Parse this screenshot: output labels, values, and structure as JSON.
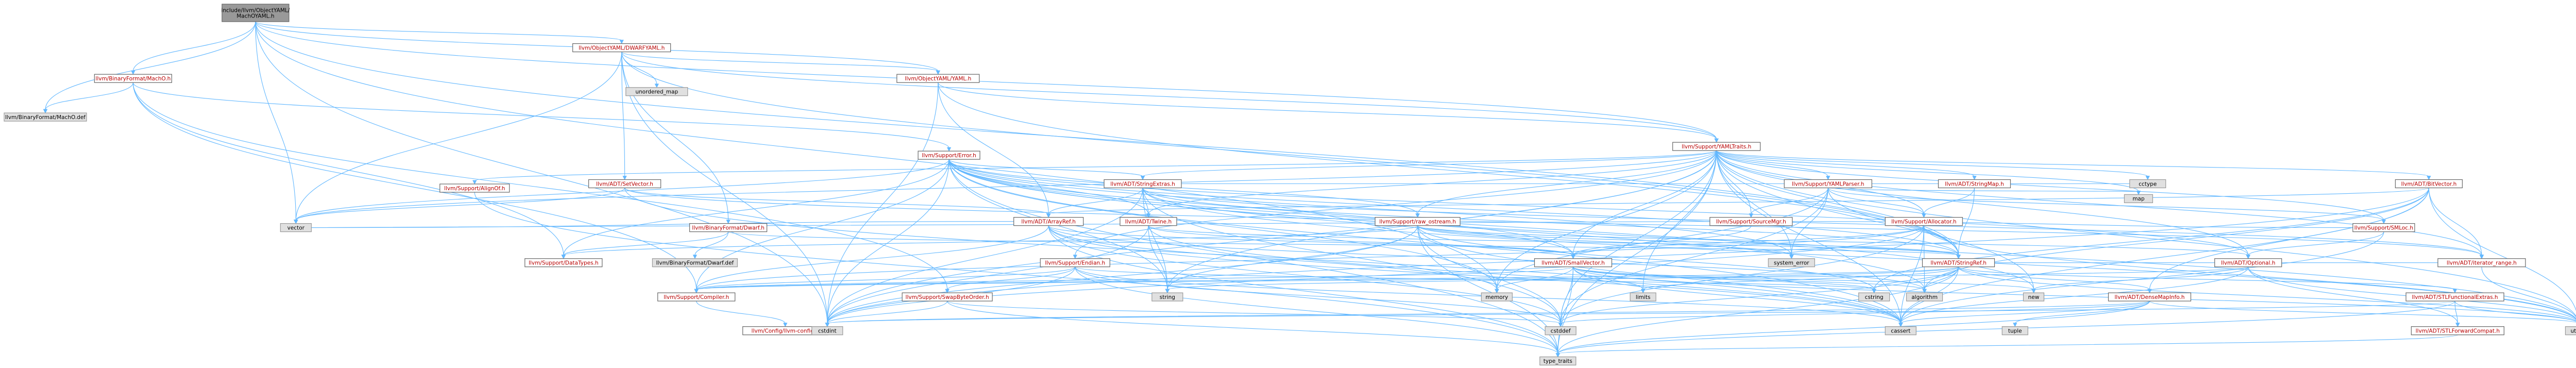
{
  "graph": {
    "root": [
      "include/llvm/ObjectYAML/",
      "MachOYAML.h"
    ],
    "nodes": [
      {
        "id": "root",
        "label": [
          "include/llvm/ObjectYAML/",
          "MachOYAML.h"
        ],
        "kind": "root"
      },
      {
        "id": "minidump",
        "label": [
          "llvm/ObjectYAML/DWARFYAML.h"
        ],
        "kind": "red"
      },
      {
        "id": "macho",
        "label": [
          "llvm/BinaryFormat/MachO.h"
        ],
        "kind": "red"
      },
      {
        "id": "objyaml",
        "label": [
          "llvm/ObjectYAML/YAML.h"
        ],
        "kind": "red"
      },
      {
        "id": "machodef",
        "label": [
          "llvm/BinaryFormat/MachO.def"
        ],
        "kind": "gray"
      },
      {
        "id": "unordmap",
        "label": [
          "unordered_map"
        ],
        "kind": "gray"
      },
      {
        "id": "yamltraits",
        "label": [
          "llvm/Support/YAMLTraits.h"
        ],
        "kind": "red"
      },
      {
        "id": "error",
        "label": [
          "llvm/Support/Error.h"
        ],
        "kind": "red"
      },
      {
        "id": "alignof",
        "label": [
          "llvm/Support/AlignOf.h"
        ],
        "kind": "red"
      },
      {
        "id": "setvector",
        "label": [
          "llvm/ADT/SetVector.h"
        ],
        "kind": "red"
      },
      {
        "id": "dwarf",
        "label": [
          "llvm/BinaryFormat/Dwarf.h"
        ],
        "kind": "red"
      },
      {
        "id": "stringextras",
        "label": [
          "llvm/ADT/StringExtras.h"
        ],
        "kind": "red"
      },
      {
        "id": "arrayref",
        "label": [
          "llvm/ADT/ArrayRef.h"
        ],
        "kind": "red"
      },
      {
        "id": "twine",
        "label": [
          "llvm/ADT/Twine.h"
        ],
        "kind": "red"
      },
      {
        "id": "rawostream",
        "label": [
          "llvm/Support/raw_ostream.h"
        ],
        "kind": "red"
      },
      {
        "id": "yamlparser",
        "label": [
          "llvm/Support/YAMLParser.h"
        ],
        "kind": "red"
      },
      {
        "id": "stringmap",
        "label": [
          "llvm/ADT/StringMap.h"
        ],
        "kind": "red"
      },
      {
        "id": "bitvector",
        "label": [
          "llvm/ADT/BitVector.h"
        ],
        "kind": "red"
      },
      {
        "id": "cctype",
        "label": [
          "cctype"
        ],
        "kind": "gray"
      },
      {
        "id": "map",
        "label": [
          "map"
        ],
        "kind": "gray"
      },
      {
        "id": "sourcemgr",
        "label": [
          "llvm/Support/SourceMgr.h"
        ],
        "kind": "red"
      },
      {
        "id": "allocator",
        "label": [
          "llvm/Support/Allocator.h"
        ],
        "kind": "red"
      },
      {
        "id": "vector",
        "label": [
          "vector"
        ],
        "kind": "gray"
      },
      {
        "id": "datatypes",
        "label": [
          "llvm/Support/DataTypes.h"
        ],
        "kind": "red"
      },
      {
        "id": "dwarfdef",
        "label": [
          "llvm/BinaryFormat/Dwarf.def"
        ],
        "kind": "gray"
      },
      {
        "id": "endian",
        "label": [
          "llvm/Support/Endian.h"
        ],
        "kind": "red"
      },
      {
        "id": "smallvector",
        "label": [
          "llvm/ADT/SmallVector.h"
        ],
        "kind": "red"
      },
      {
        "id": "systemerror",
        "label": [
          "system_error"
        ],
        "kind": "gray"
      },
      {
        "id": "stringref",
        "label": [
          "llvm/ADT/StringRef.h"
        ],
        "kind": "red"
      },
      {
        "id": "optional",
        "label": [
          "llvm/ADT/Optional.h"
        ],
        "kind": "red"
      },
      {
        "id": "smloc",
        "label": [
          "llvm/Support/SMLoc.h"
        ],
        "kind": "red"
      },
      {
        "id": "compiler",
        "label": [
          "llvm/Support/Compiler.h"
        ],
        "kind": "red"
      },
      {
        "id": "swapbyteorder",
        "label": [
          "llvm/Support/SwapByteOrder.h"
        ],
        "kind": "red"
      },
      {
        "id": "string",
        "label": [
          "string"
        ],
        "kind": "gray"
      },
      {
        "id": "memory",
        "label": [
          "memory"
        ],
        "kind": "gray"
      },
      {
        "id": "limits",
        "label": [
          "limits"
        ],
        "kind": "gray"
      },
      {
        "id": "cstring",
        "label": [
          "cstring"
        ],
        "kind": "gray"
      },
      {
        "id": "algorithm",
        "label": [
          "algorithm"
        ],
        "kind": "gray"
      },
      {
        "id": "new",
        "label": [
          "new"
        ],
        "kind": "gray"
      },
      {
        "id": "densemapinfo",
        "label": [
          "llvm/ADT/DenseMapInfo.h"
        ],
        "kind": "red"
      },
      {
        "id": "stlfunctional",
        "label": [
          "llvm/ADT/STLFunctionalExtras.h"
        ],
        "kind": "red"
      },
      {
        "id": "iteratorrange",
        "label": [
          "llvm/ADT/iterator_range.h"
        ],
        "kind": "red"
      },
      {
        "id": "stlforward",
        "label": [
          "llvm/ADT/STLForwardCompat.h"
        ],
        "kind": "red"
      },
      {
        "id": "configconfig",
        "label": [
          "llvm/Config/llvm-config.h"
        ],
        "kind": "red"
      },
      {
        "id": "cstdint",
        "label": [
          "cstdint"
        ],
        "kind": "gray"
      },
      {
        "id": "cstddef",
        "label": [
          "cstddef"
        ],
        "kind": "gray"
      },
      {
        "id": "cassert",
        "label": [
          "cassert"
        ],
        "kind": "gray"
      },
      {
        "id": "tuple",
        "label": [
          "tuple"
        ],
        "kind": "gray"
      },
      {
        "id": "utility",
        "label": [
          "utility"
        ],
        "kind": "gray"
      },
      {
        "id": "typetraits",
        "label": [
          "type_traits"
        ],
        "kind": "gray"
      }
    ],
    "edges": [
      [
        "root",
        "minidump"
      ],
      [
        "root",
        "macho"
      ],
      [
        "root",
        "objyaml"
      ],
      [
        "root",
        "machodef"
      ],
      [
        "root",
        "yamltraits"
      ],
      [
        "root",
        "vector"
      ],
      [
        "root",
        "cstdint"
      ],
      [
        "root",
        "memory"
      ],
      [
        "root",
        "stringref"
      ],
      [
        "minidump",
        "unordmap"
      ],
      [
        "minidump",
        "objyaml"
      ],
      [
        "minidump",
        "yamltraits"
      ],
      [
        "minidump",
        "setvector"
      ],
      [
        "minidump",
        "dwarf"
      ],
      [
        "minidump",
        "vector"
      ],
      [
        "minidump",
        "cstdint"
      ],
      [
        "minidump",
        "stringref"
      ],
      [
        "macho",
        "machodef"
      ],
      [
        "macho",
        "error"
      ],
      [
        "macho",
        "compiler"
      ],
      [
        "macho",
        "datatypes"
      ],
      [
        "macho",
        "swapbyteorder"
      ],
      [
        "objyaml",
        "yamltraits"
      ],
      [
        "objyaml",
        "arrayref"
      ],
      [
        "objyaml",
        "stringref"
      ],
      [
        "objyaml",
        "cstdint"
      ],
      [
        "yamltraits",
        "alignof"
      ],
      [
        "yamltraits",
        "stringextras"
      ],
      [
        "yamltraits",
        "twine"
      ],
      [
        "yamltraits",
        "rawostream"
      ],
      [
        "yamltraits",
        "yamlparser"
      ],
      [
        "yamltraits",
        "stringmap"
      ],
      [
        "yamltraits",
        "bitvector"
      ],
      [
        "yamltraits",
        "cctype"
      ],
      [
        "yamltraits",
        "map"
      ],
      [
        "yamltraits",
        "sourcemgr"
      ],
      [
        "yamltraits",
        "allocator"
      ],
      [
        "yamltraits",
        "smallvector"
      ],
      [
        "yamltraits",
        "stringref"
      ],
      [
        "yamltraits",
        "optional"
      ],
      [
        "yamltraits",
        "endian"
      ],
      [
        "yamltraits",
        "smloc"
      ],
      [
        "yamltraits",
        "systemerror"
      ],
      [
        "yamltraits",
        "vector"
      ],
      [
        "yamltraits",
        "memory"
      ],
      [
        "yamltraits",
        "string"
      ],
      [
        "yamltraits",
        "new"
      ],
      [
        "yamltraits",
        "cassert"
      ],
      [
        "yamltraits",
        "utility"
      ],
      [
        "yamltraits",
        "typetraits"
      ],
      [
        "yamltraits",
        "cstddef"
      ],
      [
        "yamltraits",
        "cstdint"
      ],
      [
        "yamltraits",
        "limits"
      ],
      [
        "yamltraits",
        "iteratorrange"
      ],
      [
        "error",
        "datatypes"
      ],
      [
        "error",
        "compiler"
      ],
      [
        "error",
        "stringextras"
      ],
      [
        "error",
        "twine"
      ],
      [
        "error",
        "rawostream"
      ],
      [
        "error",
        "smallvector"
      ],
      [
        "error",
        "algorithm"
      ],
      [
        "error",
        "cassert"
      ],
      [
        "error",
        "cstdint"
      ],
      [
        "error",
        "memory"
      ],
      [
        "error",
        "new"
      ],
      [
        "error",
        "string"
      ],
      [
        "error",
        "systemerror"
      ],
      [
        "error",
        "typetraits"
      ],
      [
        "error",
        "utility"
      ],
      [
        "error",
        "vector"
      ],
      [
        "error",
        "optional"
      ],
      [
        "error",
        "stringref"
      ],
      [
        "alignof",
        "typetraits"
      ],
      [
        "setvector",
        "arrayref"
      ],
      [
        "setvector",
        "vector"
      ],
      [
        "setvector",
        "cassert"
      ],
      [
        "setvector",
        "iteratorrange"
      ],
      [
        "dwarf",
        "datatypes"
      ],
      [
        "dwarf",
        "dwarfdef"
      ],
      [
        "dwarf",
        "stringref"
      ],
      [
        "stringextras",
        "arrayref"
      ],
      [
        "stringextras",
        "smallvector"
      ],
      [
        "stringextras",
        "stringref"
      ],
      [
        "stringextras",
        "twine"
      ],
      [
        "stringextras",
        "cctype"
      ],
      [
        "stringextras",
        "cstddef"
      ],
      [
        "stringextras",
        "cstdint"
      ],
      [
        "stringextras",
        "string"
      ],
      [
        "stringextras",
        "utility"
      ],
      [
        "stringextras",
        "iteratorrange"
      ],
      [
        "arrayref",
        "compiler"
      ],
      [
        "arrayref",
        "smallvector"
      ],
      [
        "arrayref",
        "algorithm"
      ],
      [
        "arrayref",
        "cassert"
      ],
      [
        "arrayref",
        "cstddef"
      ],
      [
        "arrayref",
        "memory"
      ],
      [
        "arrayref",
        "vector"
      ],
      [
        "arrayref",
        "typetraits"
      ],
      [
        "twine",
        "smallvector"
      ],
      [
        "twine",
        "stringref"
      ],
      [
        "twine",
        "string"
      ],
      [
        "twine",
        "cassert"
      ],
      [
        "twine",
        "cstdint"
      ],
      [
        "rawostream",
        "stringref"
      ],
      [
        "rawostream",
        "datatypes"
      ],
      [
        "rawostream",
        "cassert"
      ],
      [
        "rawostream",
        "cstddef"
      ],
      [
        "rawostream",
        "cstdint"
      ],
      [
        "rawostream",
        "cstring"
      ],
      [
        "rawostream",
        "string"
      ],
      [
        "rawostream",
        "typetraits"
      ],
      [
        "rawostream",
        "systemerror"
      ],
      [
        "rawostream",
        "optional"
      ],
      [
        "yamlparser",
        "smloc"
      ],
      [
        "yamlparser",
        "stringref"
      ],
      [
        "yamlparser",
        "allocator"
      ],
      [
        "yamlparser",
        "sourcemgr"
      ],
      [
        "yamlparser",
        "systemerror"
      ],
      [
        "yamlparser",
        "map"
      ],
      [
        "yamlparser",
        "cstddef"
      ],
      [
        "yamlparser",
        "iterator"
      ],
      [
        "yamlparser",
        "memory"
      ],
      [
        "stringmap",
        "stringref"
      ],
      [
        "stringmap",
        "allocator"
      ],
      [
        "bitvector",
        "iteratorrange"
      ],
      [
        "bitvector",
        "arrayref"
      ],
      [
        "bitvector",
        "densemapinfo"
      ],
      [
        "bitvector",
        "algorithm"
      ],
      [
        "bitvector",
        "cassert"
      ],
      [
        "bitvector",
        "climits"
      ],
      [
        "bitvector",
        "cstdint"
      ],
      [
        "bitvector",
        "cstdlib"
      ],
      [
        "bitvector",
        "cstring"
      ],
      [
        "bitvector",
        "utility"
      ],
      [
        "sourcemgr",
        "smallvector"
      ],
      [
        "sourcemgr",
        "smloc"
      ],
      [
        "sourcemgr",
        "vector"
      ],
      [
        "allocator",
        "compiler"
      ],
      [
        "allocator",
        "smallvector"
      ],
      [
        "allocator",
        "algorithm"
      ],
      [
        "allocator",
        "cassert"
      ],
      [
        "allocator",
        "cstddef"
      ],
      [
        "allocator",
        "cstdint"
      ],
      [
        "allocator",
        "iterator"
      ],
      [
        "allocator",
        "utility"
      ],
      [
        "endian",
        "compiler"
      ],
      [
        "endian",
        "swapbyteorder"
      ],
      [
        "endian",
        "cassert"
      ],
      [
        "endian",
        "cstddef"
      ],
      [
        "endian",
        "cstdint"
      ],
      [
        "endian",
        "cstring"
      ],
      [
        "endian",
        "typetraits"
      ],
      [
        "smallvector",
        "compiler"
      ],
      [
        "smallvector",
        "algorithm"
      ],
      [
        "smallvector",
        "cassert"
      ],
      [
        "smallvector",
        "cstddef"
      ],
      [
        "smallvector",
        "cstdlib"
      ],
      [
        "smallvector",
        "cstring"
      ],
      [
        "smallvector",
        "new"
      ],
      [
        "smallvector",
        "typetraits"
      ],
      [
        "smallvector",
        "utility"
      ],
      [
        "smallvector",
        "limits"
      ],
      [
        "smallvector",
        "memory"
      ],
      [
        "smallvector",
        "iterator"
      ],
      [
        "stringref",
        "densemapinfo"
      ],
      [
        "stringref",
        "stlfunctional"
      ],
      [
        "stringref",
        "iteratorrange"
      ],
      [
        "stringref",
        "compiler"
      ],
      [
        "stringref",
        "algorithm"
      ],
      [
        "stringref",
        "cassert"
      ],
      [
        "stringref",
        "cstddef"
      ],
      [
        "stringref",
        "cstring"
      ],
      [
        "stringref",
        "limits"
      ],
      [
        "stringref",
        "string"
      ],
      [
        "stringref",
        "typetraits"
      ],
      [
        "stringref",
        "utility"
      ],
      [
        "optional",
        "compiler"
      ],
      [
        "optional",
        "stlforward"
      ],
      [
        "optional",
        "cassert"
      ],
      [
        "optional",
        "new"
      ],
      [
        "optional",
        "utility"
      ],
      [
        "smloc",
        "optional"
      ],
      [
        "smloc",
        "cassert"
      ],
      [
        "compiler",
        "configconfig"
      ],
      [
        "swapbyteorder",
        "cstddef"
      ],
      [
        "swapbyteorder",
        "cstdint"
      ],
      [
        "swapbyteorder",
        "typetraits"
      ],
      [
        "densemapinfo",
        "cassert"
      ],
      [
        "densemapinfo",
        "cstddef"
      ],
      [
        "densemapinfo",
        "cstdint"
      ],
      [
        "densemapinfo",
        "tuple"
      ],
      [
        "densemapinfo",
        "typetraits"
      ],
      [
        "densemapinfo",
        "utility"
      ],
      [
        "stlfunctional",
        "stlforward"
      ],
      [
        "stlfunctional",
        "cstdint"
      ],
      [
        "stlfunctional",
        "typetraits"
      ],
      [
        "stlfunctional",
        "utility"
      ],
      [
        "iteratorrange",
        "utility"
      ],
      [
        "stlforward",
        "typetraits"
      ]
    ]
  }
}
